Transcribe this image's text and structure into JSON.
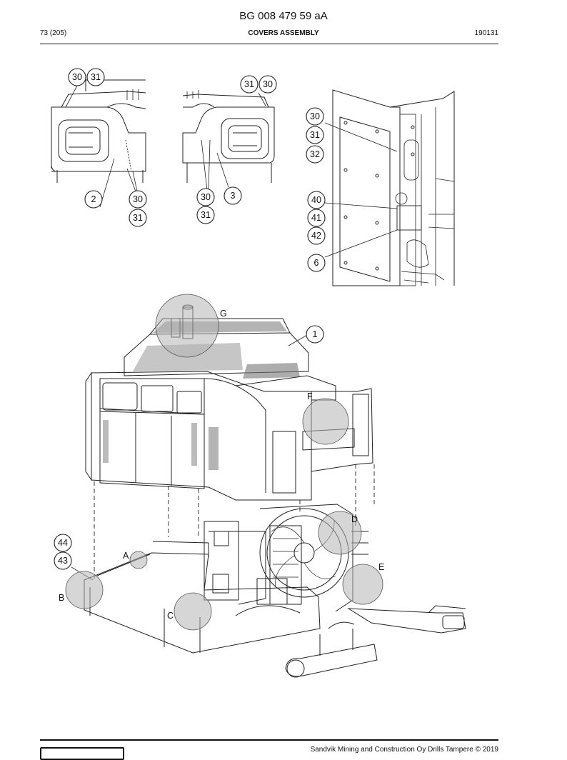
{
  "header": {
    "doc_number": "BG 008 479 59 aA",
    "page": "73 (205)",
    "section_title": "COVERS ASSEMBLY",
    "date_code": "190131"
  },
  "footer": {
    "copyright": "Sandvik Mining and Construction Oy Drills Tampere © 2019"
  },
  "callouts": {
    "view_left": [
      "30",
      "31",
      "2",
      "30",
      "31"
    ],
    "view_middle": [
      "31",
      "30",
      "3",
      "30",
      "31"
    ],
    "view_right": [
      "30",
      "31",
      "32",
      "40",
      "41",
      "42",
      "6"
    ],
    "main": [
      "1",
      "44",
      "43"
    ]
  },
  "detail_letters": [
    "G",
    "F",
    "D",
    "A",
    "E",
    "B",
    "C"
  ],
  "colors": {
    "line": "#222222",
    "detail_shade": "#b9b9b9",
    "mesh": "#6a6a6a"
  }
}
